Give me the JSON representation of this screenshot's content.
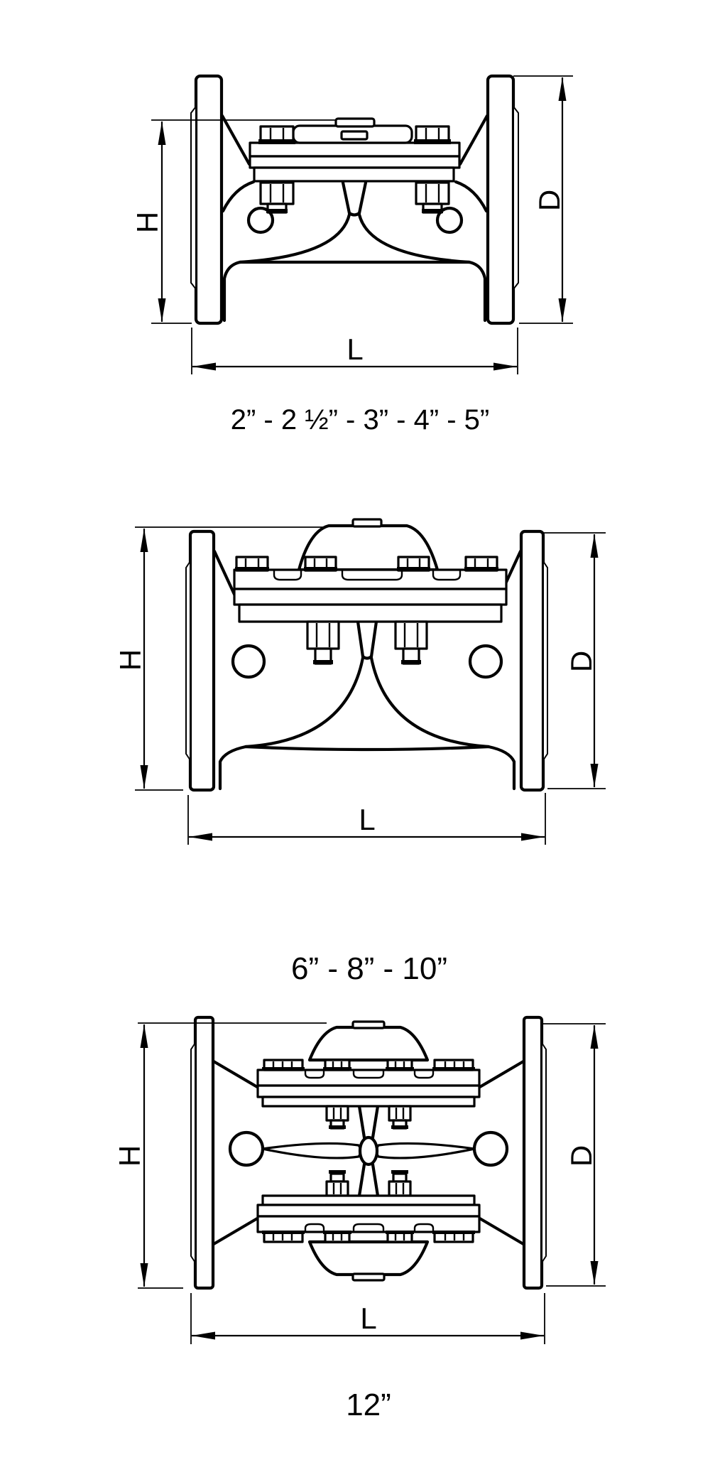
{
  "drawing": {
    "type": "technical-valve-dimension-drawing",
    "colors": {
      "line": "#000000",
      "background": "#ffffff"
    },
    "figures": {
      "small": {
        "caption": "2” - 2 ½” - 3” - 4” - 5”",
        "height_label": "H",
        "diameter_label": "D",
        "length_label": "L"
      },
      "medium": {
        "caption": "6” - 8” - 10”",
        "height_label": "H",
        "diameter_label": "D",
        "length_label": "L"
      },
      "large": {
        "caption": "12”",
        "height_label": "H",
        "diameter_label": "D",
        "length_label": "L"
      }
    }
  }
}
